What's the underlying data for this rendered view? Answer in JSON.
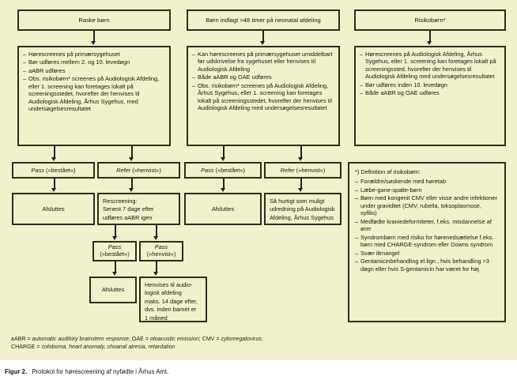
{
  "figure": {
    "caption_label": "Figur 2.",
    "caption_text": "Protokol for hørescreening af nyfødte i Århus Amt."
  },
  "colors": {
    "panel_background": "#f1f2cd",
    "box_border": "#2d2d1e",
    "text": "#16160c",
    "page_background": "#ffffff"
  },
  "columns": [
    {
      "header": "Raske børn",
      "detail_items": [
        "Hørescreenes på primærsygehuset",
        "Bør udføres mellem 2. og 10. levedøgn",
        "aABR udføres",
        "Obs. risikobørn* screenes på Audiologisk Afdeling, eller 1. screening kan foretages lokalt på screeningsstedet, hvorefter der henvises til Audiologisk Afdeling, Århus Sygehus, med undersøgelsesresultatet"
      ]
    },
    {
      "header": "Børn indlagt >48 timer på neonatal afdeling",
      "detail_items": [
        "Kan hørescreenes på primærsygehuset umiddelbart før udskrivelse fra sygehuset eller henvises til Audiologisk Afdeling",
        "Både aABR og OAE udføres",
        "Obs. risikobørn* screenes på Audiologisk Afdeling, Århus Sygehus, eller 1. screening kan foretages lokalt på screeningsstedet, hvorefter der henvises til Audiologisk Afdeling med undersøgelsesresultatet"
      ]
    },
    {
      "header": "Risikobørn*",
      "detail_items": [
        "Hørescreenes på Audiologisk Afdeling, Århus Sygehus, eller 1. screening kan foretages lokalt på screeningssted, hvorefter der henvises til Audiologisk Afdeling med undersøgelsesresultatet",
        "Bør udføres inden 10. levedøgn",
        "Både aABR og OAE udføres"
      ]
    }
  ],
  "outcomes": {
    "pass_left": "Pass",
    "pass_left_paren": "(»bestået«)",
    "refer_left": "Refer",
    "refer_left_paren": "(»henvist«)",
    "pass_mid": "Pass",
    "pass_mid_paren": "(»bestået«)",
    "refer_mid": "Refer",
    "refer_mid_paren": "(»henvist«)"
  },
  "results": {
    "afsluttes_1": "Afsluttes",
    "rescreening_lines": [
      "Rescreening:",
      "Senest 7 dage efter",
      "udføres aABR igen"
    ],
    "afsluttes_2": "Afsluttes",
    "udredning_lines": [
      "Så hurtigt som muligt",
      "udredning på Audiologisk",
      "Afdeling, Århus Sygehus"
    ]
  },
  "rescreen_outcomes": {
    "pass_a_word": "Pass",
    "pass_a_paren": "(»bestået«)",
    "pass_b_word": "Pass",
    "pass_b_paren": "(»henvist«)"
  },
  "rescreen_results": {
    "afsluttes_3": "Afsluttes",
    "henvises_lines": [
      "Henvises til audio-",
      "logisk afdeling",
      "maks. 14 dage efter,",
      "dvs. inden barnet er",
      "1 måned"
    ]
  },
  "risk_panel": {
    "title": "*) Definition af risikobørn:",
    "items": [
      "Forældre/søskende med høretab",
      "Læbe-gane-spalte-børn",
      "Børn med kongenit CMV eller visse andre infektioner under graviditet (CMV, rubella, toksoplasmose, syfilis)",
      "Medfødte kraniedeformiteter, f.eks. misdannelse af ører",
      "Syndrombørn med risiko for hørenedsættelse f.eks. børn med CHARGE-syndrom eller Downs syndrom",
      "Svær iltmangel",
      "Gentamicinbehandling el.lign., hvis behandling >3 døgn eller hvis S-gentamicin har været for høj"
    ]
  },
  "abbreviations": {
    "line1_a": "aABR = ",
    "line1_a_it": "automatic auditory brainstem response",
    "line1_b": "; OAE = ",
    "line1_b_it": "otoacustic emission",
    "line1_c": "; CMV = ",
    "line1_c_it": "cytomegalovirus",
    "line1_d": ";",
    "line2_a": "CHARGE = ",
    "line2_a_it": "coloboma, heart anomaly, choanal atresia, retardation"
  }
}
